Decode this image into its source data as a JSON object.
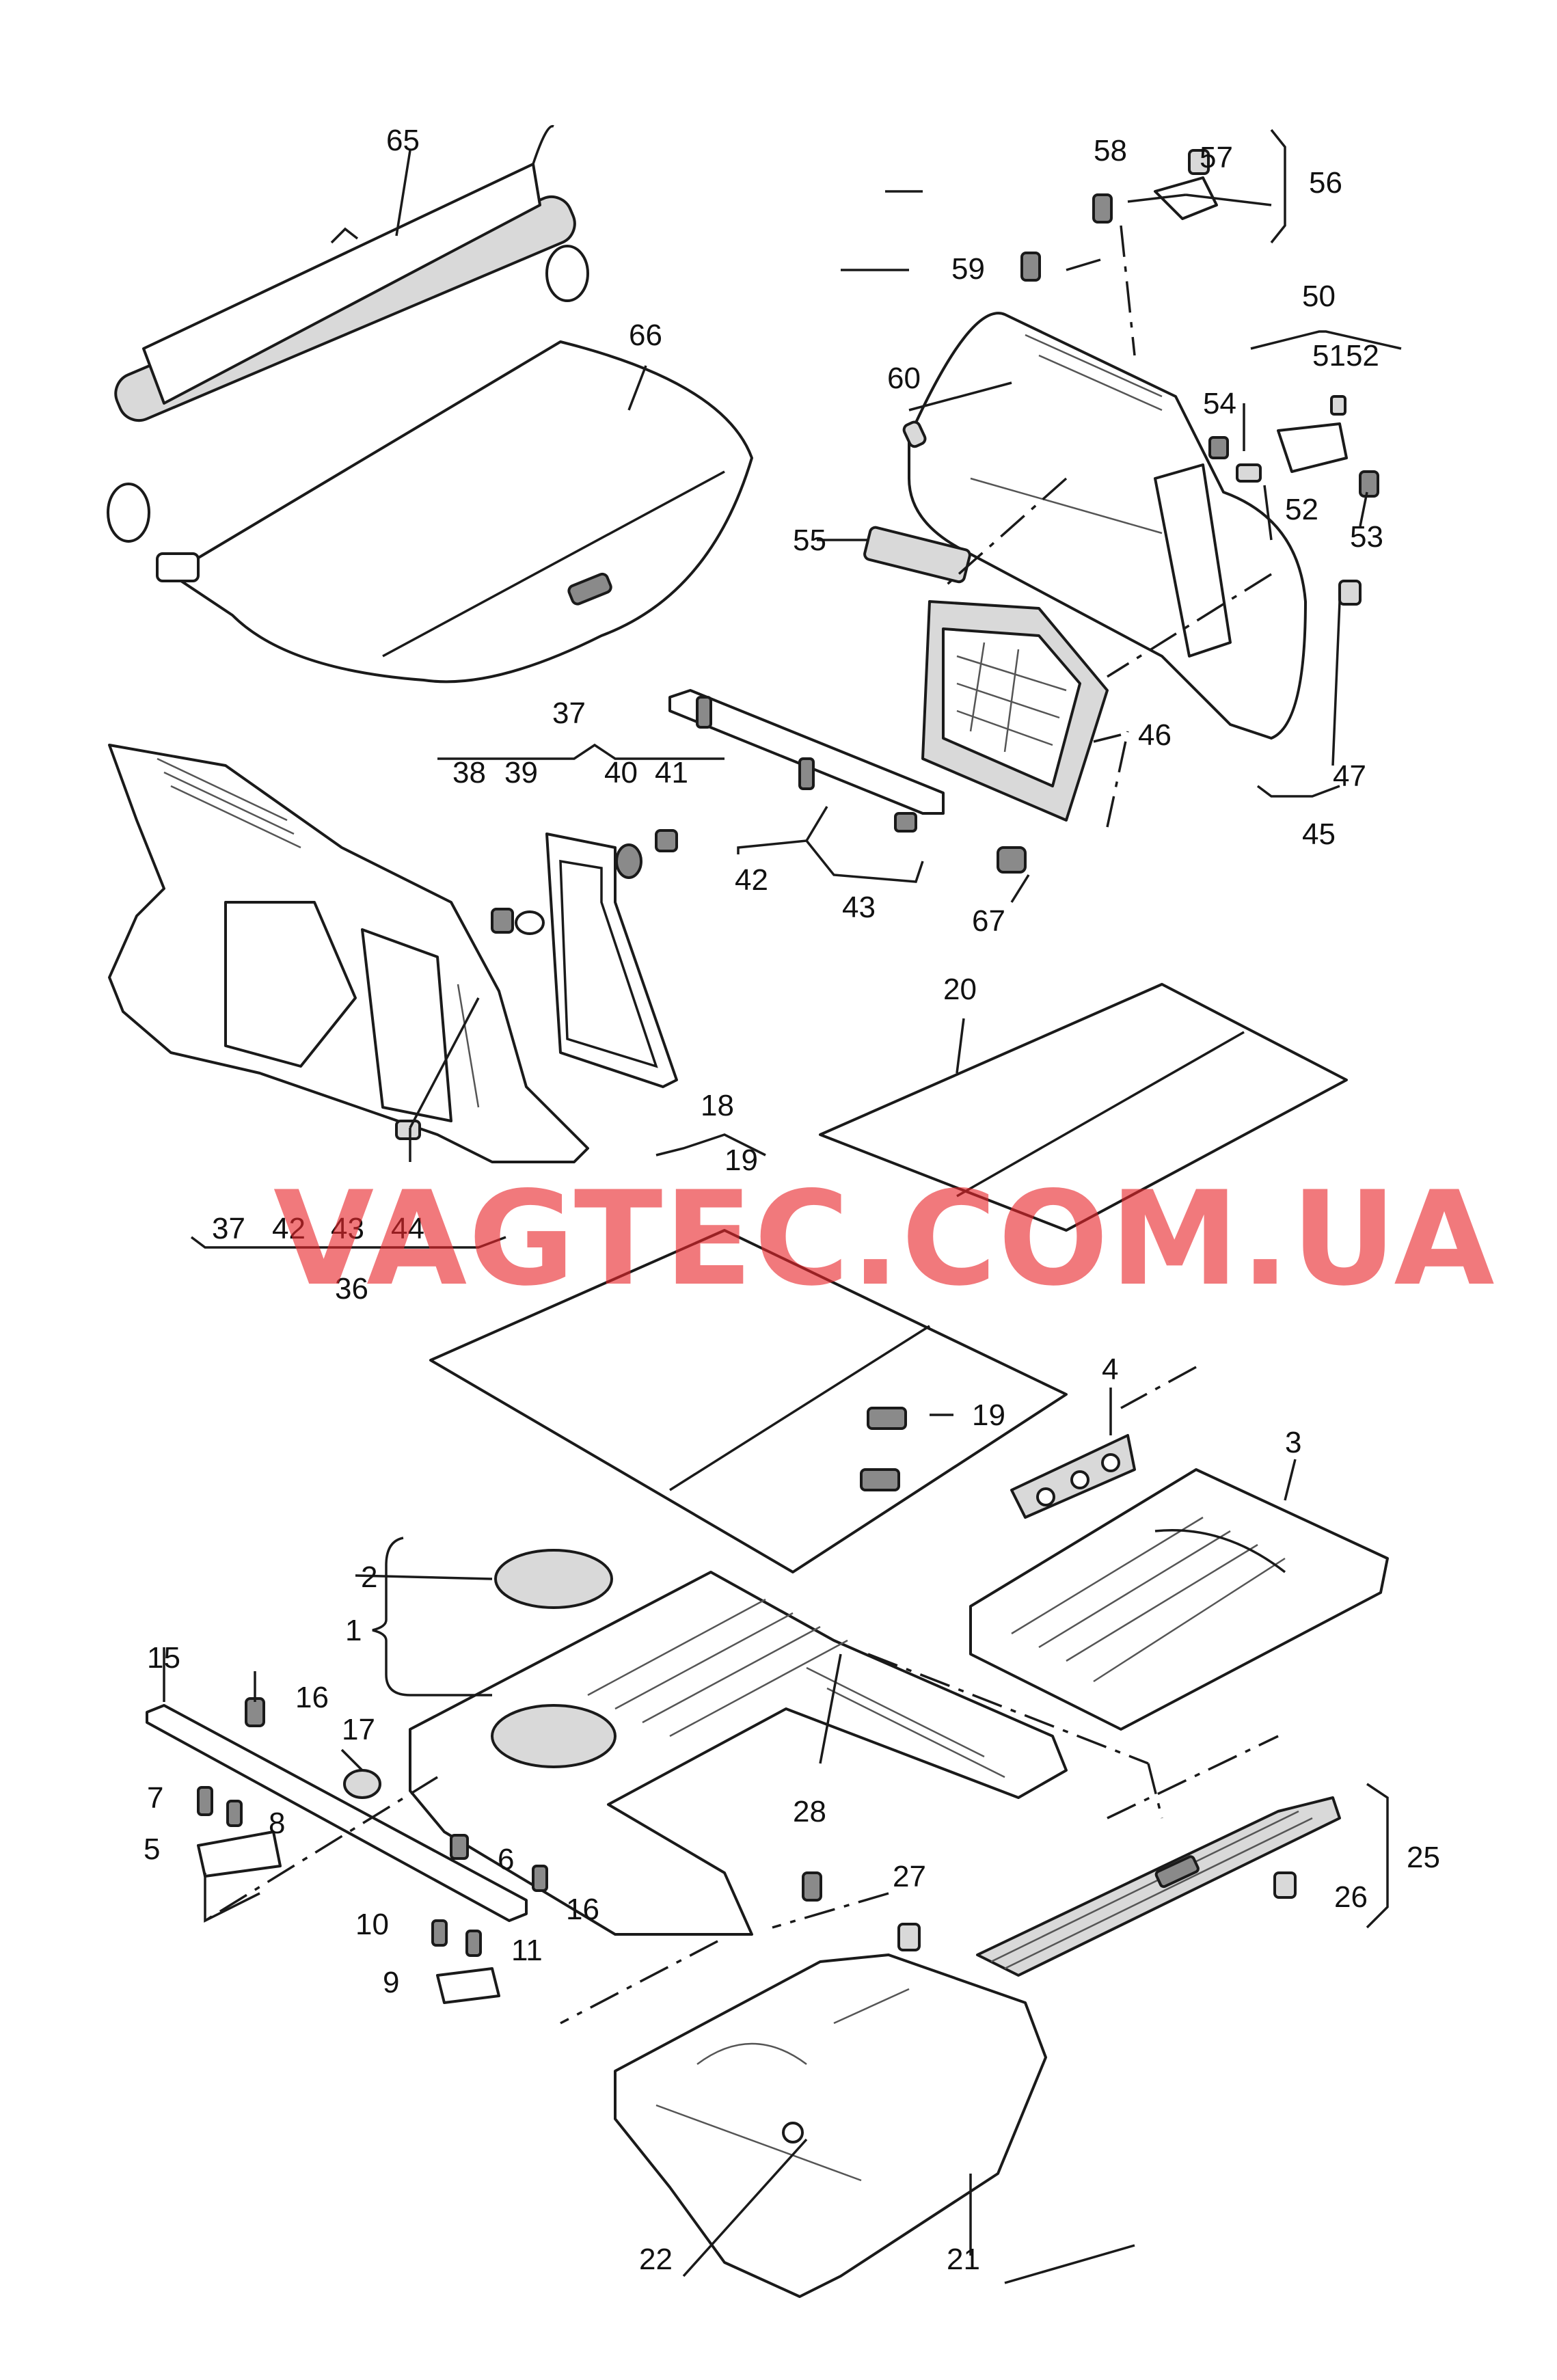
{
  "watermark": "VAGTEC.COM.UA",
  "callouts": {
    "n1": "1",
    "n2": "2",
    "n3": "3",
    "n4": "4",
    "n5": "5",
    "n6": "6",
    "n7": "7",
    "n8": "8",
    "n9": "9",
    "n10": "10",
    "n11": "11",
    "n15": "15",
    "n16a": "16",
    "n16b": "16",
    "n17": "17",
    "n18": "18",
    "n19a": "19",
    "n19b": "19",
    "n20": "20",
    "n21": "21",
    "n22": "22",
    "n25": "25",
    "n26": "26",
    "n27": "27",
    "n28": "28",
    "n36": "36",
    "n37a": "37",
    "n37b": "37",
    "n38": "38",
    "n39": "39",
    "n40": "40",
    "n41": "41",
    "n42a": "42",
    "n42b": "42",
    "n43a": "43",
    "n43b": "43",
    "n44": "44",
    "n45": "45",
    "n46": "46",
    "n47": "47",
    "n50": "50",
    "n5152": "5152",
    "n52": "52",
    "n53": "53",
    "n54": "54",
    "n55": "55",
    "n56": "56",
    "n57": "57",
    "n58": "58",
    "n59": "59",
    "n60": "60",
    "n65": "65",
    "n66": "66",
    "n67": "67"
  },
  "colors": {
    "line": "#1a1a1a",
    "watermark": "#e9272b",
    "fill": "#d9d9d9"
  }
}
